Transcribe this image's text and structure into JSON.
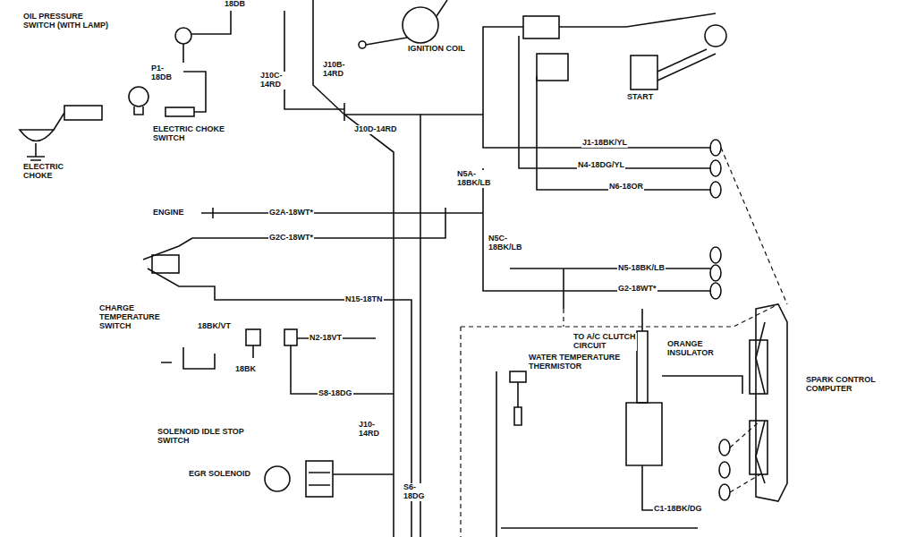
{
  "diagram": {
    "labels": [
      "18DB",
      "OIL PRESSURE SWITCH (WITH LAMP)",
      "P1- 18DB",
      "ELECTRIC CHOKE SWITCH",
      "ELECTRIC CHOKE",
      "IGNITION COIL",
      "J10C- 14RD",
      "J10B- 14RD",
      "J10D-14RD",
      "START",
      "J1-18BK/YL",
      "N4-18DG/YL",
      "N6-18OR",
      "N5A- 18BK/LB",
      "ENGINE",
      "G2A-18WT*",
      "G2C-18WT*",
      "N5C- 18BK/LB",
      "CHARGE TEMPERATURE SWITCH",
      "N15-18TN",
      "N5-18BK/LB",
      "G2-18WT*",
      "TO A/C CLUTCH CIRCUIT",
      "SPARK CONTROL COMPUTER",
      "18BK/VT",
      "N2-18VT",
      "18BK",
      "S8-18DG",
      "WATER TEMPERATURE THERMISTOR",
      "ORANGE INSULATOR",
      "SOLENOID IDLE STOP SWITCH",
      "J10- 14RD",
      "EGR SOLENOID",
      "C1-18BK/DG",
      "S6- 18DG"
    ]
  }
}
